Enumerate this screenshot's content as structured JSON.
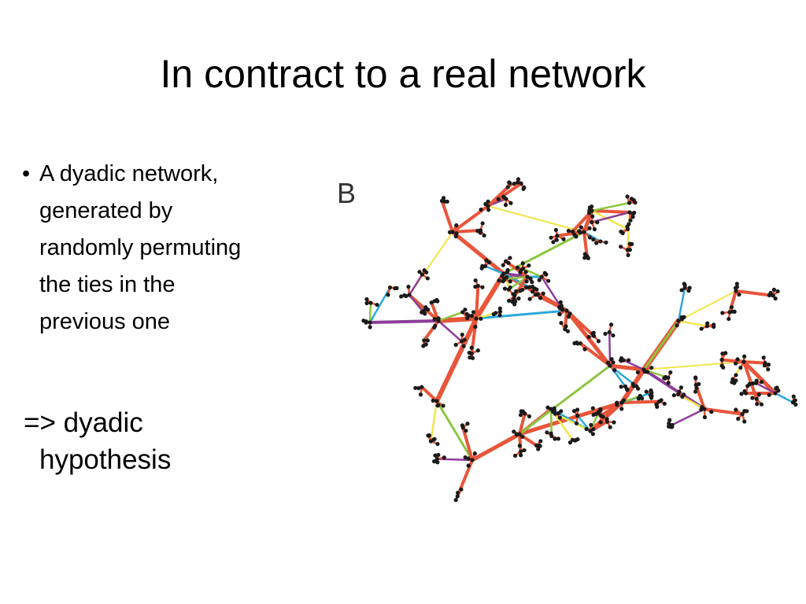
{
  "slide": {
    "title": "In contract to a real network",
    "bullet_symbol": "•",
    "bullet_lines": [
      "A dyadic network,",
      "generated by",
      "randomly permuting",
      "the ties in the",
      "previous one"
    ],
    "conclusion": {
      "line1": "=> dyadic",
      "line2": "hypothesis"
    }
  },
  "figure": {
    "panel_label": "B",
    "edge_colors": {
      "orange": "#e8553a",
      "blue": "#2aa8dc",
      "green": "#8cc63f",
      "yellow": "#f2e64a",
      "purple": "#8e3d9a"
    },
    "node_color": "#1a1a1a"
  }
}
